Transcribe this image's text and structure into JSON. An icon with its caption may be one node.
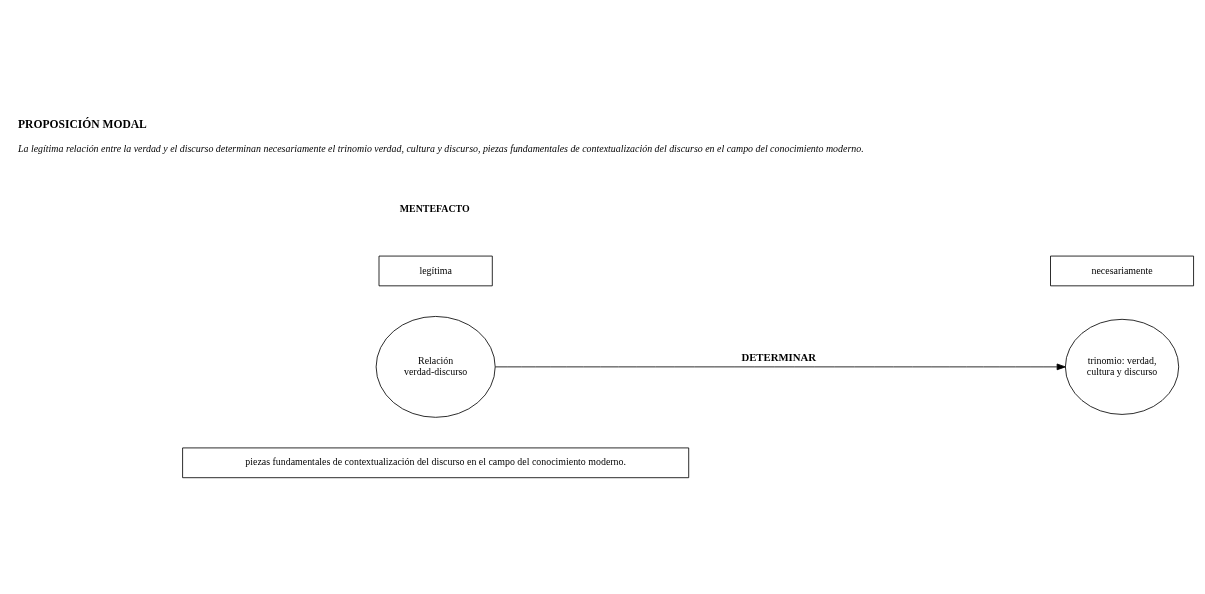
{
  "diagram": {
    "title": "PROPOSICIÓN MODAL",
    "nodes": [
      {
        "text": [
          "legítima"
        ]
      },
      {
        "text": [
          "necesariamente"
        ]
      },
      {
        "text": [
          "Relación verdad-discurso"
        ]
      },
      {
        "text": [
          "trinomio: verdad, cultura y discurso"
        ]
      },
      {
        "text": [
          "piezas fundamentales de contextualización del discurso en el campo del conocimiento moderno."
        ]
      }
    ],
    "edges": [
      {
        "from": 2,
        "to": 3,
        "arrow": "to",
        "label": "DETERMINAR"
      }
    ],
    "labels": [
      "La legítima relación entre la verdad y el discurso determinan necesariamente el trinomio verdad, cultura y discurso, piezas fundamentales de contextualización del discurso en el campo del conocimiento moderno.",
      "MENTEFACTO"
    ]
  }
}
